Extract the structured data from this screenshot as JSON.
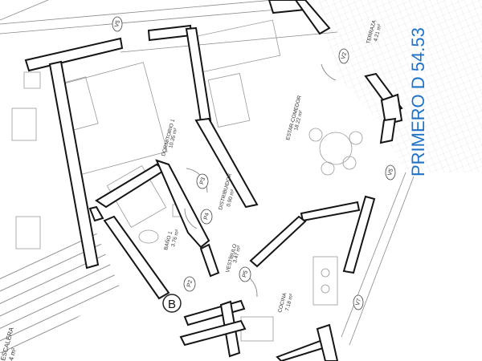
{
  "plan": {
    "unit_title": "PRIMERO D 54.53",
    "stair_label": "ESCALERA",
    "stair_area": "4 m²",
    "block_marker": "B",
    "rooms": [
      {
        "id": "dormitorio",
        "name": "DORMITORIO 1",
        "area": "10.35 m²"
      },
      {
        "id": "estar",
        "name": "ESTAR-COMEDOR",
        "area": "18.22 m²"
      },
      {
        "id": "terraza",
        "name": "TERRAZA",
        "area": "4.21 m²"
      },
      {
        "id": "distribuidor",
        "name": "DISTRIBUIDOR",
        "area": "0.90 m²"
      },
      {
        "id": "bano",
        "name": "BAÑO 1",
        "area": "3.76 m²"
      },
      {
        "id": "vestibulo",
        "name": "VESTÍBULO",
        "area": "3.47 m²"
      },
      {
        "id": "cocina",
        "name": "COCINA",
        "area": "7.18 m²"
      }
    ],
    "doors": [
      "P2",
      "P3",
      "P4",
      "P5"
    ],
    "windows": [
      "V2",
      "V5",
      "V5",
      "V7"
    ],
    "colors": {
      "wall": "#151515",
      "line": "#8a8a8a",
      "title": "#1f73c7"
    }
  }
}
